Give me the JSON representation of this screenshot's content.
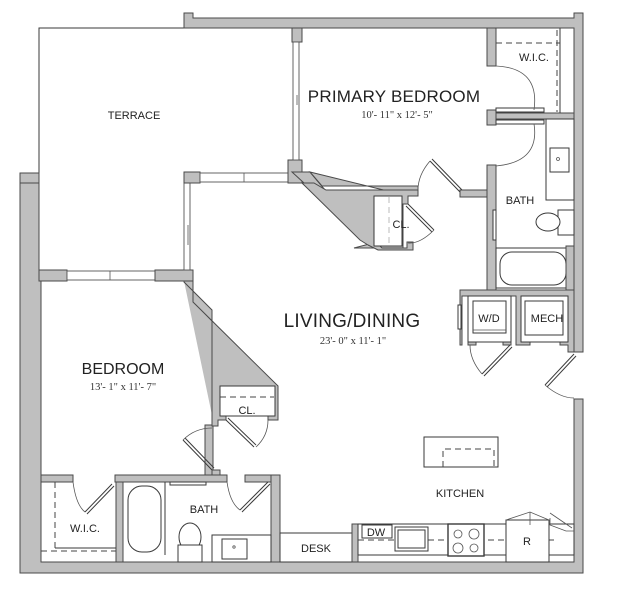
{
  "floorplan": {
    "rooms": {
      "terrace": {
        "label": "TERRACE"
      },
      "primary_bedroom": {
        "label": "PRIMARY BEDROOM",
        "dimensions": "10'- 11\" x 12'- 5\""
      },
      "primary_wic": {
        "label": "W.I.C."
      },
      "primary_bath": {
        "label": "BATH"
      },
      "primary_closet": {
        "label": "CL."
      },
      "living_dining": {
        "label": "LIVING/DINING",
        "dimensions": "23'- 0\" x 11'- 1\""
      },
      "bedroom": {
        "label": "BEDROOM",
        "dimensions": "13'- 1\" x 11'- 7\""
      },
      "bedroom_closet": {
        "label": "CL."
      },
      "bedroom_wic": {
        "label": "W.I.C."
      },
      "bedroom_bath": {
        "label": "BATH"
      },
      "desk": {
        "label": "DESK"
      },
      "kitchen": {
        "label": "KITCHEN"
      },
      "washer_dryer": {
        "label": "W/D"
      },
      "mechanical": {
        "label": "MECH"
      }
    },
    "appliances": {
      "dishwasher": {
        "label": "DW"
      },
      "refrigerator": {
        "label": "R"
      }
    },
    "colors": {
      "wall_fill": "#bfbfbf",
      "wall_stroke": "#4a4a4a",
      "background": "#ffffff",
      "text": "#222222"
    }
  }
}
